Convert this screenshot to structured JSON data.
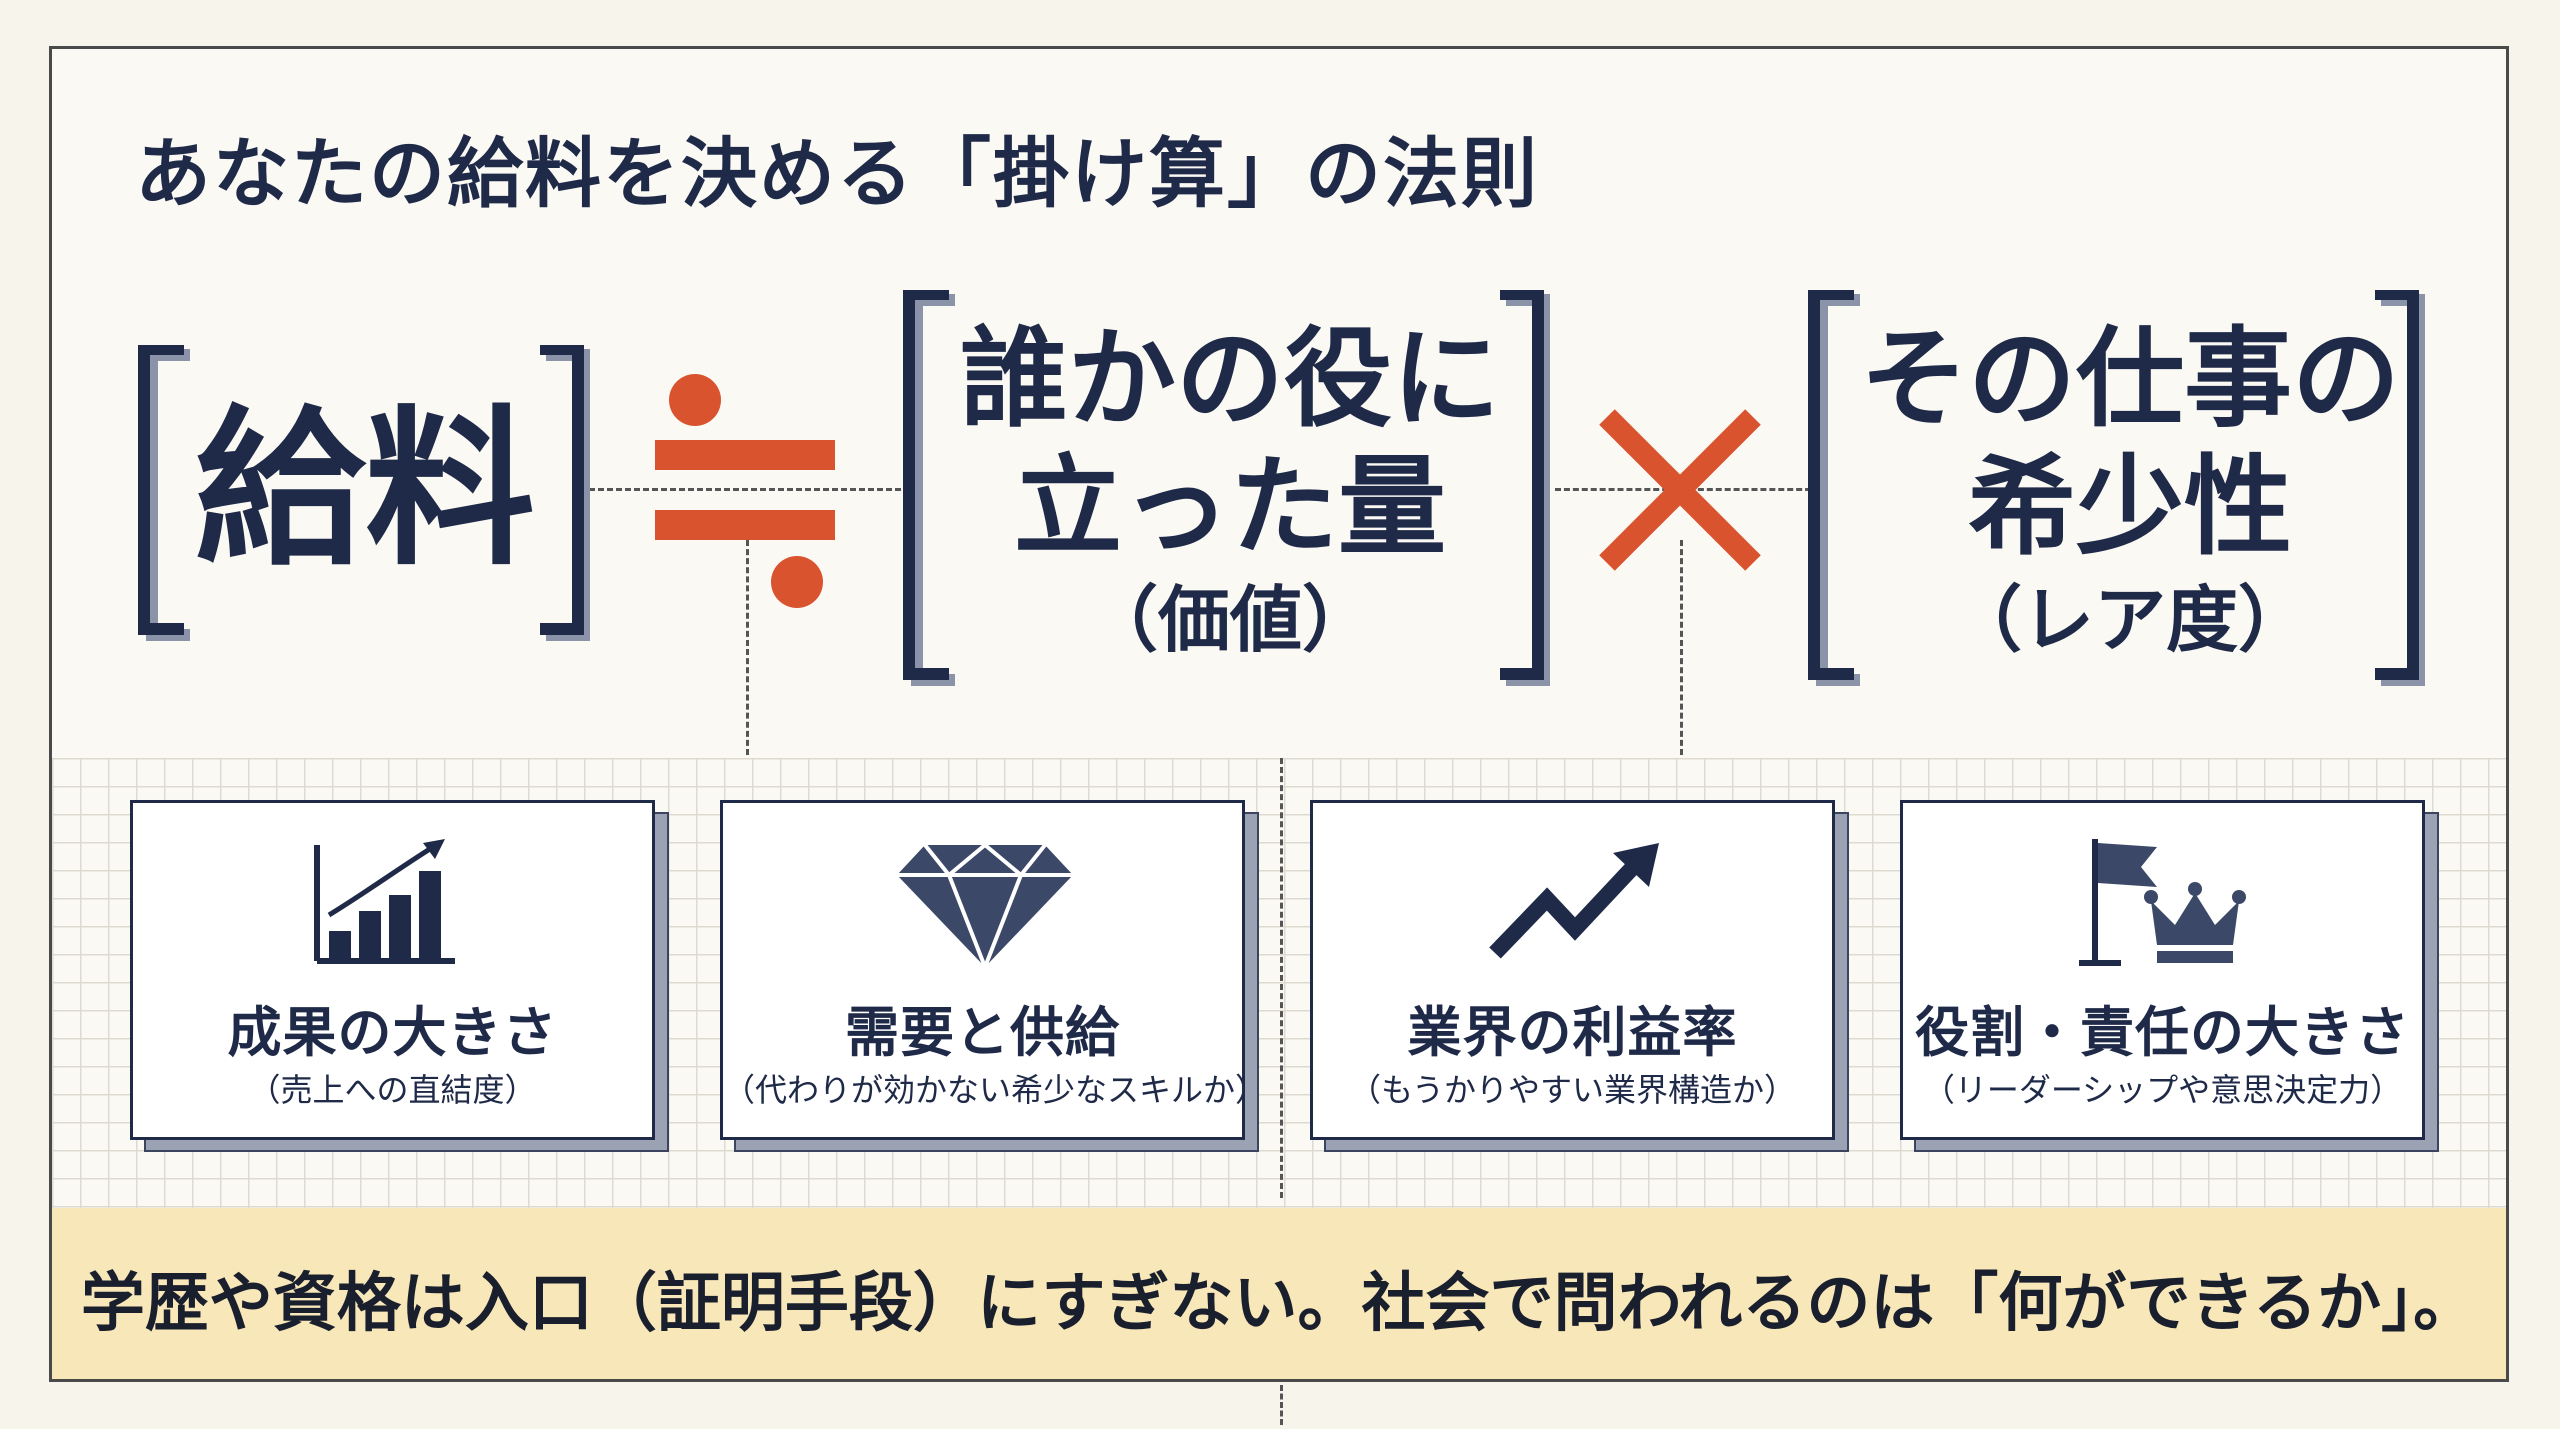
{
  "title": "あなたの給料を決める「掛け算」の法則",
  "formula": {
    "salary": "給料",
    "value": {
      "line1": "誰かの役に",
      "line2": "立った量",
      "line3": "（価値）"
    },
    "rarity": {
      "line1": "その仕事の",
      "line2": "希少性",
      "line3": "（レア度）"
    },
    "operators": {
      "equals": "equals-dots-icon",
      "times": "times-icon"
    }
  },
  "cards": [
    {
      "title": "成果の大きさ",
      "subtitle": "（売上への直結度）",
      "icon": "bar-chart-growth-icon"
    },
    {
      "title": "需要と供給",
      "subtitle": "（代わりが効かない希少なスキルか）",
      "icon": "diamond-icon"
    },
    {
      "title": "業界の利益率",
      "subtitle": "（もうかりやすい業界構造か）",
      "icon": "trend-up-arrow-icon"
    },
    {
      "title": "役割・責任の大きさ",
      "subtitle": "（リーダーシップや意思決定力）",
      "icon": "flag-crown-icon"
    }
  ],
  "footer": "学歴や資格は入口（証明手段）にすぎない。社会で問われるのは「何ができるか」。",
  "colors": {
    "navy": "#1f2a48",
    "accent": "#d9532f",
    "shadow": "#9aa2b3",
    "footer_bg": "#f8e7b8"
  }
}
